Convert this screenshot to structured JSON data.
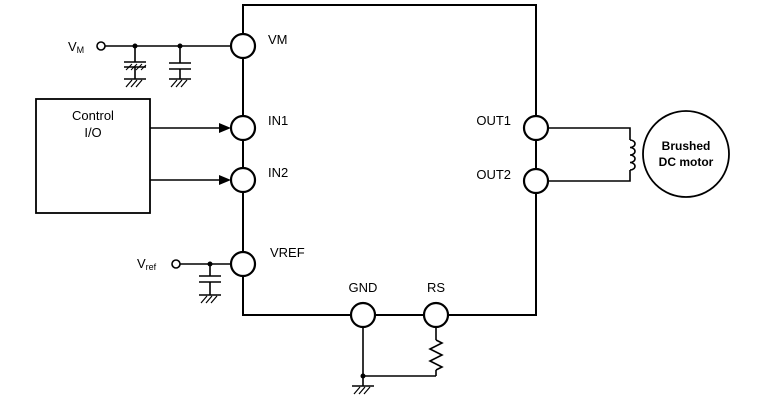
{
  "ic": {
    "pins": {
      "vm": "VM",
      "in1": "IN1",
      "in2": "IN2",
      "vref": "VREF",
      "out1": "OUT1",
      "out2": "OUT2",
      "gnd": "GND",
      "rs": "RS"
    }
  },
  "control_box": {
    "line1": "Control",
    "line2": "I/O"
  },
  "supply": {
    "vm_main": "V",
    "vm_sub": "M",
    "vref_main": "V",
    "vref_sub": "ref"
  },
  "motor": {
    "line1": "Brushed",
    "line2": "DC motor"
  }
}
